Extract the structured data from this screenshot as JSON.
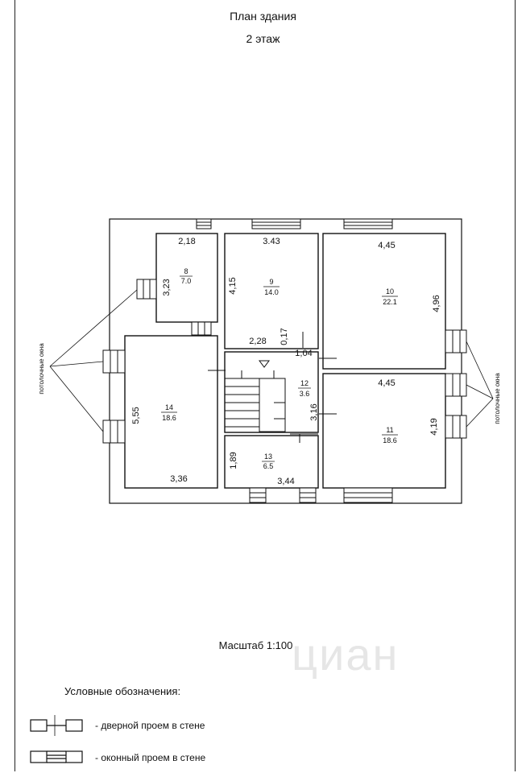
{
  "header": {
    "title": "План здания",
    "floor": "2 этаж"
  },
  "footer": {
    "scale": "Масштаб 1:100"
  },
  "legend": {
    "title": "Условные обозначения:",
    "door": "- дверной проем в стене",
    "window": "- оконный проем в стене"
  },
  "side_labels": {
    "left": "потолочные окна",
    "right": "потолочные окна"
  },
  "rooms": [
    {
      "number": "8",
      "area": "7.0",
      "width": "2,18",
      "height": "3,23"
    },
    {
      "number": "9",
      "area": "14.0",
      "width": "3.43",
      "height": "4,15",
      "extra1": "2,28",
      "extra2": "0,17"
    },
    {
      "number": "10",
      "area": "22.1",
      "width": "4,45",
      "height": "4,96"
    },
    {
      "number": "11",
      "area": "18.6",
      "width": "4,45",
      "height": "4,19"
    },
    {
      "number": "12",
      "area": "3.6",
      "width": "1,04",
      "height": "3,16"
    },
    {
      "number": "13",
      "area": "6.5",
      "width": "3,44",
      "height": "1,89"
    },
    {
      "number": "14",
      "area": "18.6",
      "width": "3,36",
      "height": "5,55"
    }
  ],
  "watermark": "циан"
}
